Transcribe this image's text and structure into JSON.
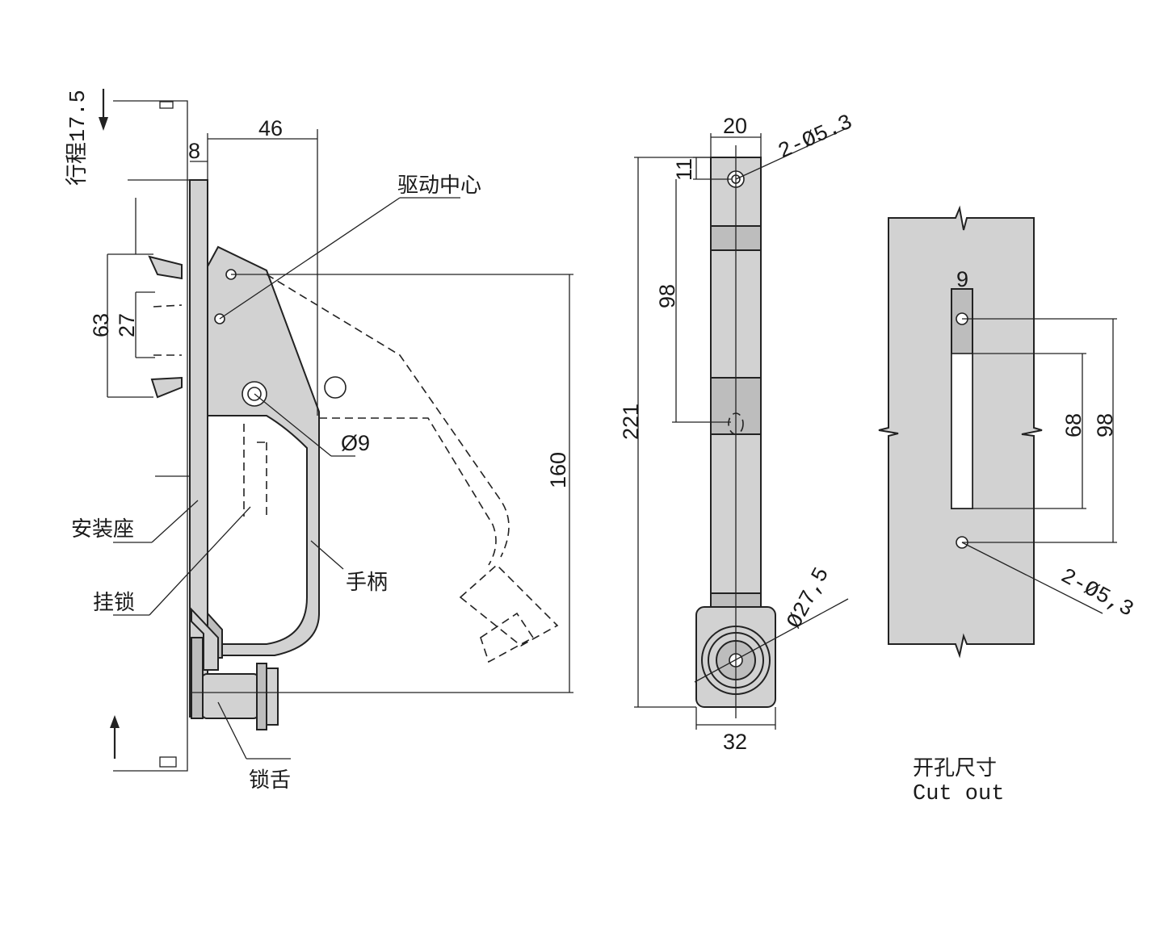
{
  "side_view": {
    "stroke_label": "行程17.5",
    "dim_width": "46",
    "dim_offset": "8",
    "dim_height_63": "63",
    "dim_height_27": "27",
    "dim_height_160": "160",
    "dim_hole": "Ø9",
    "label_drive_center": "驱动中心",
    "label_mount_base": "安装座",
    "label_padlock": "挂锁",
    "label_handle": "手柄",
    "label_latch_tongue": "锁舌"
  },
  "front_view": {
    "dim_top_width": "20",
    "dim_holes": "2-Ø5.3",
    "dim_11": "11",
    "dim_98": "98",
    "dim_221": "221",
    "dim_cylinder": "Ø27,5",
    "dim_bottom_width": "32"
  },
  "cutout_view": {
    "dim_9": "9",
    "dim_68": "68",
    "dim_98": "98",
    "dim_holes": "2-Ø5,3",
    "title_cn": "开孔尺寸",
    "title_en": "Cut out"
  },
  "colors": {
    "part_fill": "#d2d2d2",
    "line": "#222222",
    "background": "#ffffff"
  }
}
